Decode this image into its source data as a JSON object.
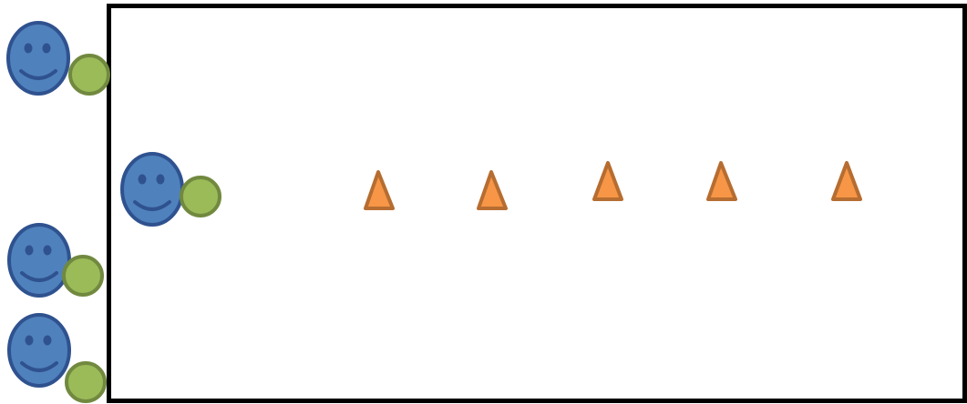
{
  "colors": {
    "face_fill": "#4f81bd",
    "face_stroke": "#2f528f",
    "face_features": "#2f528f",
    "ball_fill": "#9bbb59",
    "ball_stroke": "#71893f",
    "cone_fill": "#f79646",
    "cone_stroke": "#b66d31",
    "field_stroke": "#000000",
    "background": "#ffffff"
  },
  "diagram": {
    "field": {
      "shape": "rectangle"
    },
    "players": [
      {
        "id": "player-1",
        "icon": "smiley-face-icon",
        "with_ball": true,
        "location": "outside-left"
      },
      {
        "id": "player-2",
        "icon": "smiley-face-icon",
        "with_ball": true,
        "location": "inside-field"
      },
      {
        "id": "player-3",
        "icon": "smiley-face-icon",
        "with_ball": true,
        "location": "outside-left"
      },
      {
        "id": "player-4",
        "icon": "smiley-face-icon",
        "with_ball": true,
        "location": "outside-left"
      }
    ],
    "cones": [
      {
        "id": "cone-1",
        "icon": "cone-icon"
      },
      {
        "id": "cone-2",
        "icon": "cone-icon"
      },
      {
        "id": "cone-3",
        "icon": "cone-icon"
      },
      {
        "id": "cone-4",
        "icon": "cone-icon"
      },
      {
        "id": "cone-5",
        "icon": "cone-icon"
      }
    ]
  }
}
